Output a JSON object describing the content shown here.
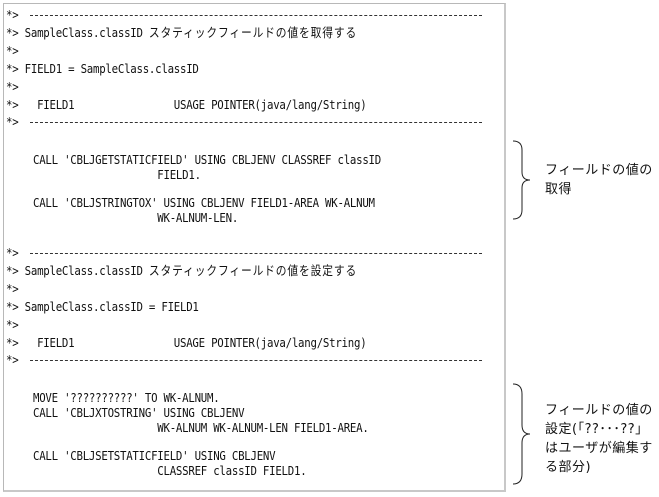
{
  "code_block": {
    "section_get_header": {
      "rule": "*>",
      "title_prefix": "*> ",
      "title_code": "SampleClass.classID ",
      "title_jp": "スタティックフィールドの値を取得する",
      "blank1": "*>",
      "assign": "*> FIELD1 = SampleClass.classID",
      "blank2": "*>",
      "decl": "*>   FIELD1                USAGE POINTER(java/lang/String)",
      "rule_end": "*>"
    },
    "section_get_code": {
      "line1": "CALL 'CBLJGETSTATICFIELD' USING CBLJENV CLASSREF classID",
      "line2": "                    FIELD1.",
      "line3": "CALL 'CBLJSTRINGTOX' USING CBLJENV FIELD1-AREA WK-ALNUM",
      "line4": "                    WK-ALNUM-LEN."
    },
    "section_set_header": {
      "rule": "*>",
      "title_prefix": "*> ",
      "title_code": "SampleClass.classID ",
      "title_jp": "スタティックフィールドの値を設定する",
      "blank1": "*>",
      "assign": "*> SampleClass.classID = FIELD1",
      "blank2": "*>",
      "decl": "*>   FIELD1                USAGE POINTER(java/lang/String)",
      "rule_end": "*>"
    },
    "section_set_code": {
      "line1": "MOVE '??????????' TO WK-ALNUM.",
      "line2": "CALL 'CBLJXTOSTRING' USING CBLJENV",
      "line3": "                    WK-ALNUM WK-ALNUM-LEN FIELD1-AREA.",
      "line4": "CALL 'CBLJSETSTATICFIELD' USING CBLJENV",
      "line5": "                    CLASSREF classID FIELD1."
    }
  },
  "annotations": {
    "get": {
      "line1": "フィールドの値の",
      "line2": "取得"
    },
    "set": {
      "line1": "フィールドの値の",
      "line2": "設定(「??･･･??」",
      "line3": "はユーザが編集す",
      "line4": "る部分)"
    }
  },
  "colors": {
    "text": "#111111",
    "border": "#b8b8b8"
  }
}
